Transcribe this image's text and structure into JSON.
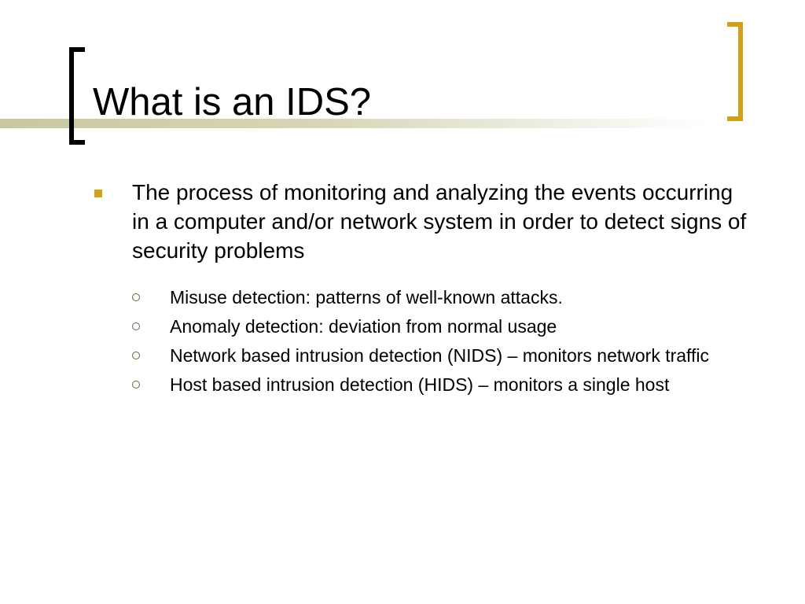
{
  "slide": {
    "title": "What is an IDS?",
    "colors": {
      "accent_gold": "#d4a017",
      "left_bracket": "#000000",
      "title_rule": "#c8c8a0"
    },
    "bullets": [
      {
        "text": "The process of monitoring and analyzing the events occurring in a computer and/or network system in order to detect signs of security problems",
        "sub_bullets": [
          "Misuse detection: patterns of well-known attacks.",
          "Anomaly detection: deviation from normal usage",
          "Network based intrusion detection (NIDS) – monitors network traffic",
          "Host based intrusion detection (HIDS) – monitors a single host"
        ]
      }
    ]
  }
}
